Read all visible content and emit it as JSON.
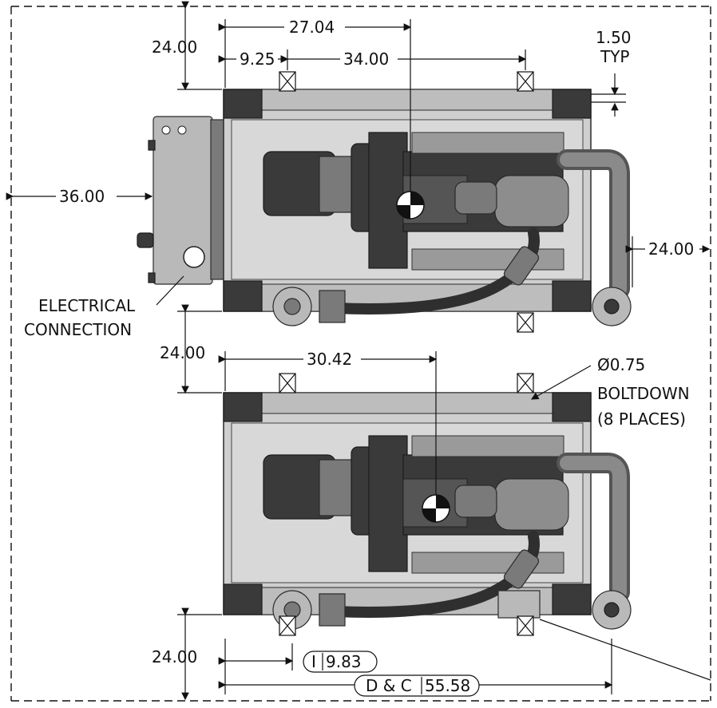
{
  "dimensions": {
    "top_27_04": "27.04",
    "top_24_00": "24.00",
    "top_9_25": "9.25",
    "top_34_00": "34.00",
    "typ_1_50": "1.50",
    "typ_label": "TYP",
    "left_36_00": "36.00",
    "right_24_00": "24.00",
    "mid_24_00": "24.00",
    "mid_30_42": "30.42",
    "bolt_dia": "Ø0.75",
    "bolt_label": "BOLTDOWN",
    "bolt_places": "(8 PLACES)",
    "bottom_24_00": "24.00",
    "i_label": "I",
    "i_value": "9.83",
    "dc_label": "D & C",
    "dc_value": "55.58"
  },
  "labels": {
    "electrical_1": "ELECTRICAL",
    "electrical_2": "CONNECTION"
  }
}
